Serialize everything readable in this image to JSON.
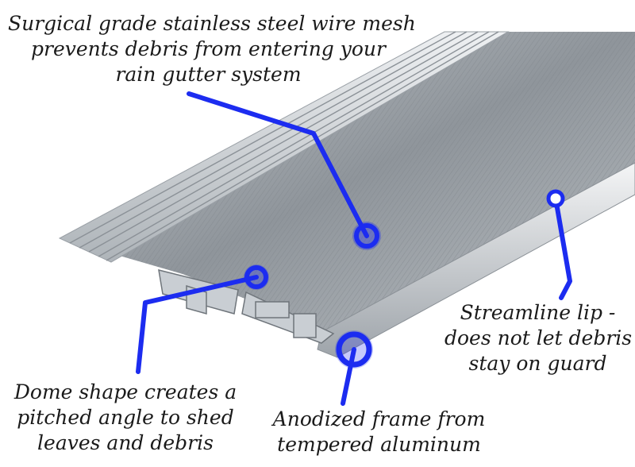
{
  "captions": {
    "mesh": {
      "line1": "Surgical grade stainless steel wire mesh",
      "line2": "prevents debris from entering your",
      "line3": "rain gutter system"
    },
    "lip": {
      "line1": "Streamline lip -",
      "line2": "does not let debris",
      "line3": "stay on guard"
    },
    "dome": {
      "line1": "Dome shape creates a",
      "line2": "pitched angle to shed",
      "line3": "leaves and debris"
    },
    "frame": {
      "line1": "Anodized frame from",
      "line2": "tempered aluminum"
    }
  },
  "colors": {
    "callout": "#1c2cf0",
    "mesh": "#9aa0a6",
    "frame": "#c9ced3"
  }
}
